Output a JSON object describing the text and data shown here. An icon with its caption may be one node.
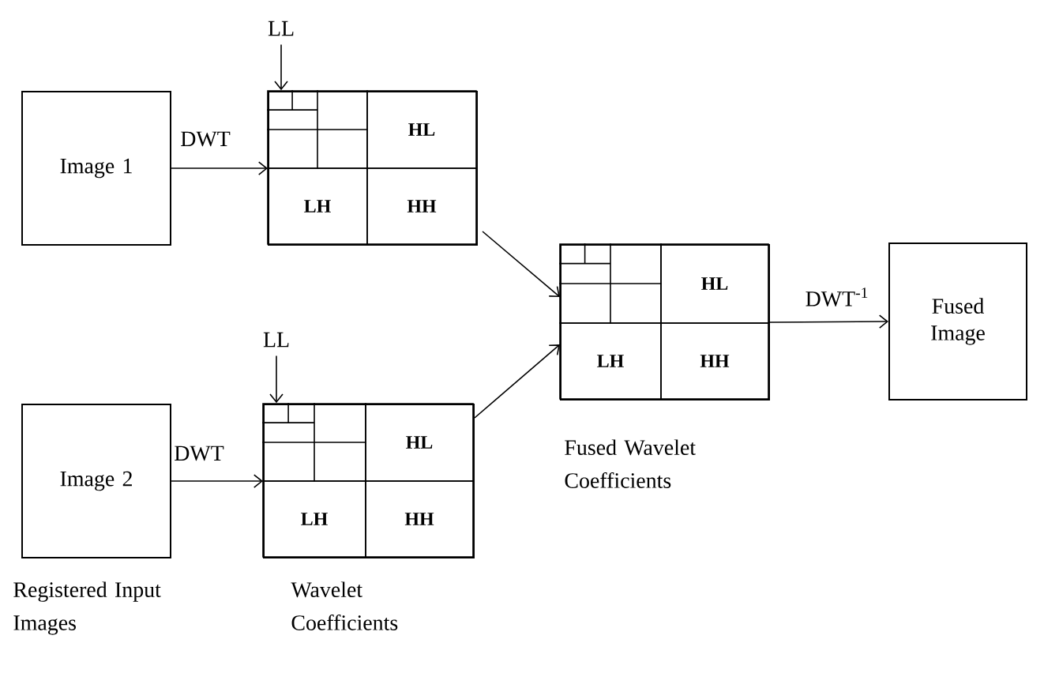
{
  "diagram": {
    "nodes": [
      {
        "text": [
          "Image 1"
        ]
      },
      {
        "text": [
          "LL"
        ]
      },
      {
        "text": [],
        "shape": "box"
      },
      {
        "text": [],
        "shape": "box",
        "in": 2
      },
      {
        "text": [
          "HL"
        ],
        "in": 2
      },
      {
        "text": [
          "LH"
        ],
        "in": 2
      },
      {
        "text": [
          "HH"
        ],
        "in": 2
      },
      {
        "text": [
          "Image 2"
        ],
        "beside": [
          "Registered Input Images"
        ]
      },
      {
        "text": [
          "LL"
        ]
      },
      {
        "text": [],
        "shape": "box",
        "beside": [
          "Wavelet Coefficients"
        ]
      },
      {
        "text": [],
        "shape": "box",
        "in": 9
      },
      {
        "text": [
          "HL"
        ],
        "in": 9
      },
      {
        "text": [
          "LH"
        ],
        "in": 9
      },
      {
        "text": [
          "HH"
        ],
        "in": 9
      },
      {
        "text": [],
        "shape": "box",
        "beside": [
          "Fused Wavelet Coefficients"
        ]
      },
      {
        "text": [],
        "shape": "box",
        "in": 14
      },
      {
        "text": [
          "HL"
        ],
        "in": 14
      },
      {
        "text": [
          "LH"
        ],
        "in": 14
      },
      {
        "text": [
          "HH"
        ],
        "in": 14
      },
      {
        "text": [
          "Fused Image"
        ]
      }
    ],
    "edges": [
      {
        "from": 0,
        "to": 2,
        "arrow": "to",
        "label": "DWT"
      },
      {
        "from": 1,
        "to": 3,
        "arrow": "to"
      },
      {
        "from": 7,
        "to": 9,
        "arrow": "to",
        "label": "DWT"
      },
      {
        "from": 8,
        "to": 10,
        "arrow": "to"
      },
      {
        "from": 2,
        "to": 14,
        "arrow": "to"
      },
      {
        "from": 9,
        "to": 14,
        "arrow": "to"
      },
      {
        "from": 14,
        "to": 19,
        "arrow": "to",
        "label": "DWT$^{-1}$"
      }
    ]
  }
}
